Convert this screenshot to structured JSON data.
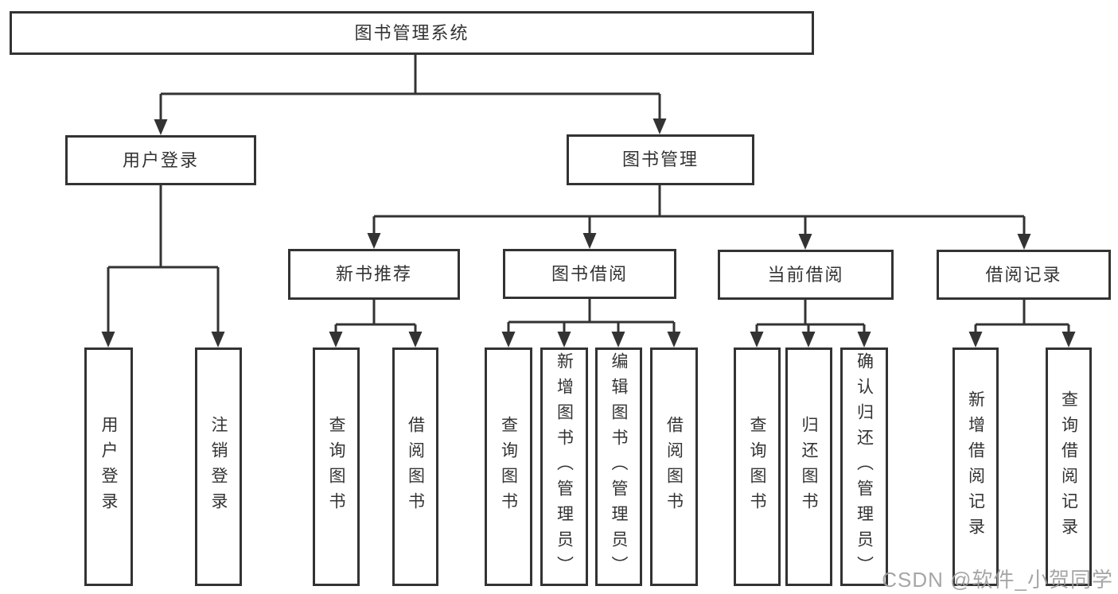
{
  "colors": {
    "line": "#333333",
    "text": "#333333",
    "box_background": "#ffffff",
    "watermark": "#9e9e9e"
  },
  "watermark": "CSDN @软件_小贺同学",
  "tree": {
    "label": "图书管理系统",
    "children": [
      {
        "label": "用户登录",
        "children": [
          {
            "label": "用户登录"
          },
          {
            "label": "注销登录"
          }
        ]
      },
      {
        "label": "图书管理",
        "children": [
          {
            "label": "新书推荐",
            "children": [
              {
                "label": "查询图书"
              },
              {
                "label": "借阅图书"
              }
            ]
          },
          {
            "label": "图书借阅",
            "children": [
              {
                "label": "查询图书"
              },
              {
                "label": "新增图书（管理员）"
              },
              {
                "label": "编辑图书（管理员）"
              },
              {
                "label": "借阅图书"
              }
            ]
          },
          {
            "label": "当前借阅",
            "children": [
              {
                "label": "查询图书"
              },
              {
                "label": "归还图书"
              },
              {
                "label": "确认归还（管理员）"
              }
            ]
          },
          {
            "label": "借阅记录",
            "children": [
              {
                "label": "新增借阅记录"
              },
              {
                "label": "查询借阅记录"
              }
            ]
          }
        ]
      }
    ]
  }
}
